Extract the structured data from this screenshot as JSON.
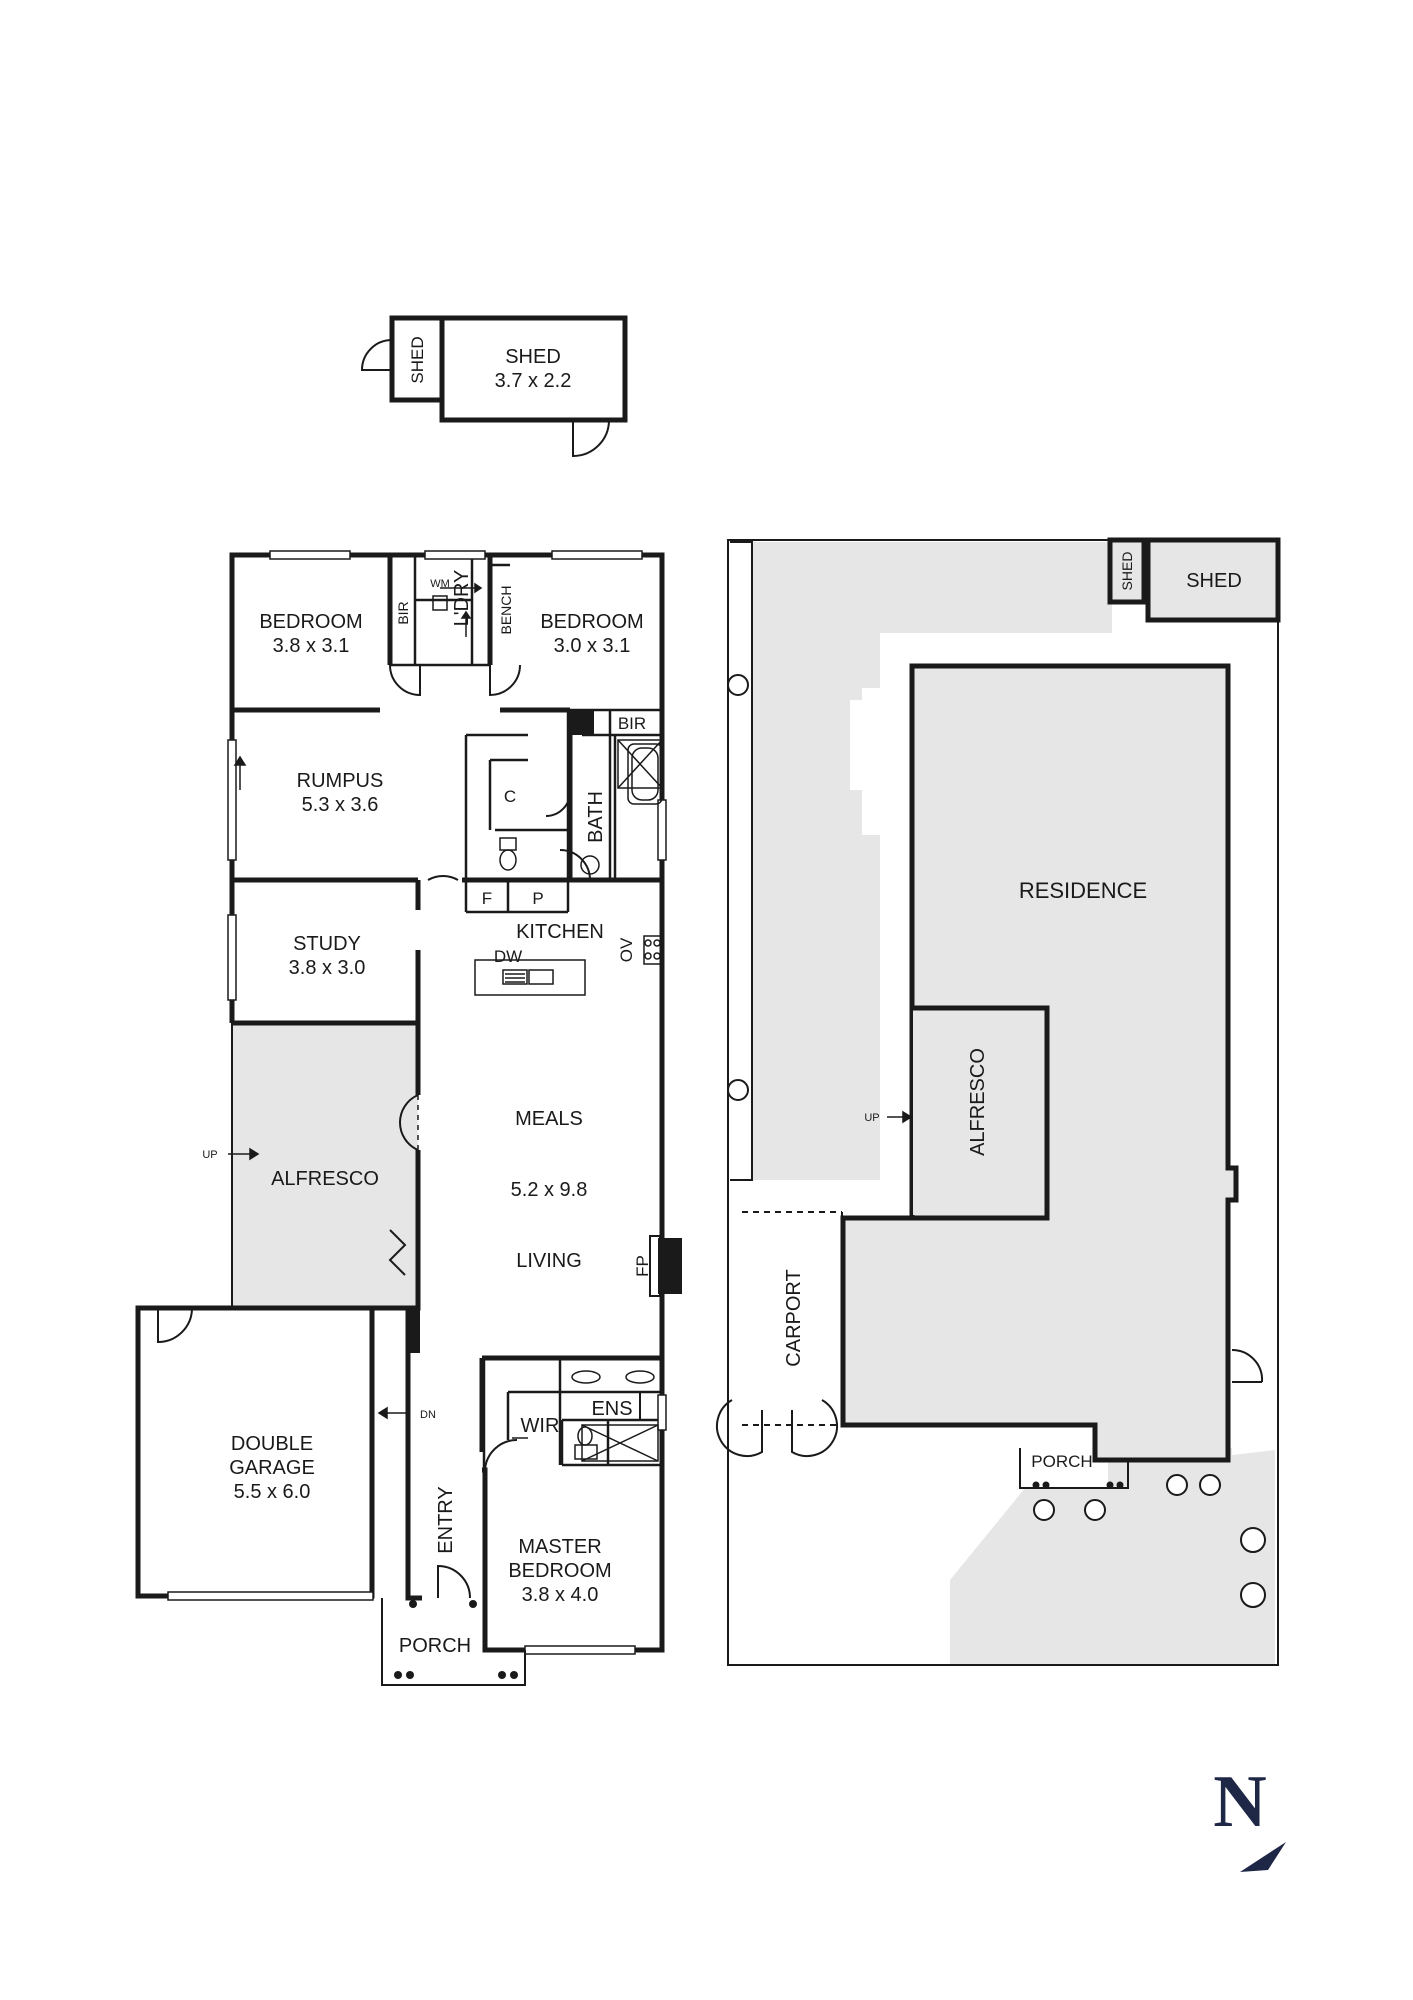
{
  "shed_plan": {
    "small_label": "SHED",
    "main_label": "SHED",
    "main_dims": "3.7 x 2.2"
  },
  "floor_plan": {
    "bedroom_nw": {
      "label": "BEDROOM",
      "dims": "3.8 x 3.1"
    },
    "bir_top": "BIR",
    "wm": "WM",
    "ldry": "L'DRY",
    "bench": "BENCH",
    "bedroom_ne": {
      "label": "BEDROOM",
      "dims": "3.0 x 3.1"
    },
    "bir_right": "BIR",
    "rumpus": {
      "label": "RUMPUS",
      "dims": "5.3 x 3.6"
    },
    "cupboard": "C",
    "bath": "BATH",
    "fridge": "F",
    "pantry": "P",
    "kitchen": "KITCHEN",
    "dw": "DW",
    "ov": "OV",
    "study": {
      "label": "STUDY",
      "dims": "3.8 x 3.0"
    },
    "alfresco": "ALFRESCO",
    "up": "UP",
    "meals": "MEALS",
    "meals_living_dims": "5.2 x 9.8",
    "living": "LIVING",
    "fp": "FP",
    "garage": {
      "label1": "DOUBLE",
      "label2": "GARAGE",
      "dims": "5.5 x 6.0"
    },
    "dn": "DN",
    "wir": "WIR",
    "ens": "ENS",
    "entry": "ENTRY",
    "master": {
      "label1": "MASTER",
      "label2": "BEDROOM",
      "dims": "3.8 x 4.0"
    },
    "porch": "PORCH"
  },
  "site_plan": {
    "shed_small": "SHED",
    "shed": "SHED",
    "residence": "RESIDENCE",
    "alfresco": "ALFRESCO",
    "up": "UP",
    "carport": "CARPORT",
    "porch": "PORCH"
  },
  "north_label": "N",
  "colors": {
    "wall": "#1a1a1a",
    "paving": "#e6e6e6",
    "north": "#1f2746"
  }
}
